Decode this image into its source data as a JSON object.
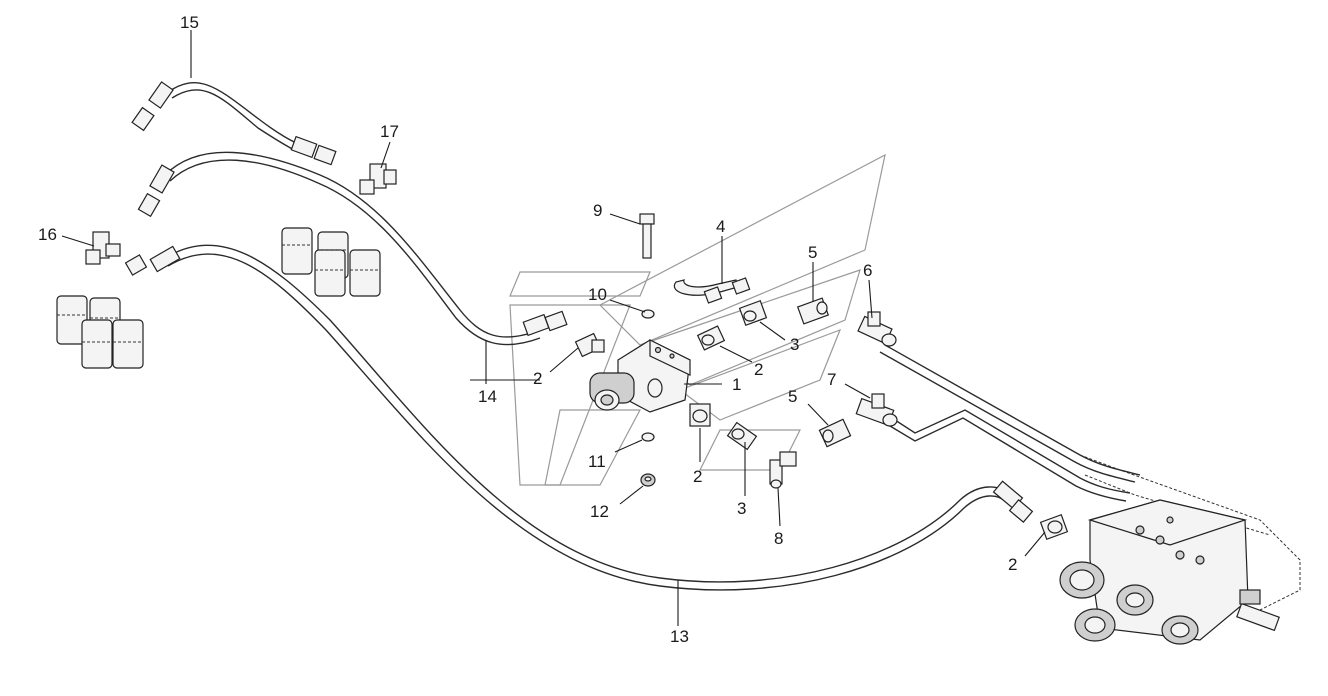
{
  "callouts": {
    "c1": "1",
    "c2a": "2",
    "c2b": "2",
    "c2c": "2",
    "c2d": "2",
    "c3a": "3",
    "c3b": "3",
    "c4": "4",
    "c5a": "5",
    "c5b": "5",
    "c6": "6",
    "c7": "7",
    "c8": "8",
    "c9": "9",
    "c10": "10",
    "c11": "11",
    "c12": "12",
    "c13": "13",
    "c14": "14",
    "c15": "15",
    "c16": "16",
    "c17": "17"
  },
  "colors": {
    "line": "#2b2b2b",
    "watermark": "#9a9a9a",
    "background": "#ffffff"
  }
}
